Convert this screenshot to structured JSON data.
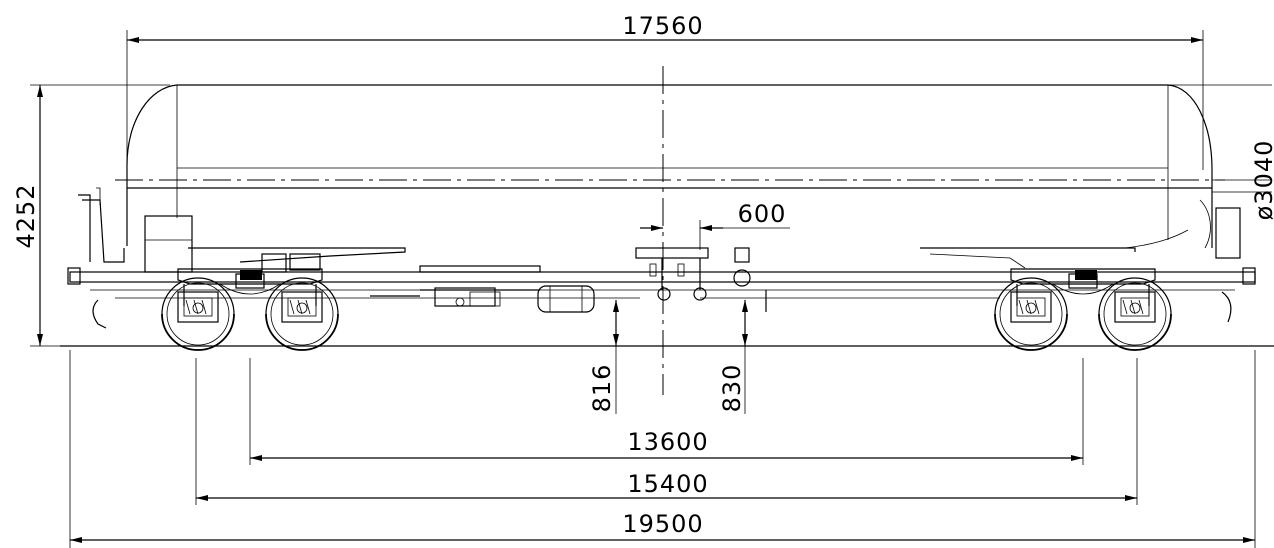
{
  "dimensions": {
    "tank_length": "17560",
    "overall_height": "4252",
    "tank_diameter": "ø3040",
    "valve_spacing": "600",
    "outlet_height_left": "816",
    "outlet_height_right": "830",
    "bogie_pivot_distance": "13600",
    "wheelbase_outer": "15400",
    "length_over_buffers": "19500"
  }
}
